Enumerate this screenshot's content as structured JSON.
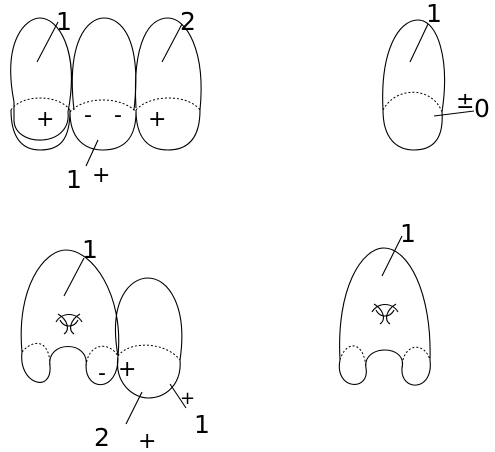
{
  "diagram": {
    "top_left": {
      "label_left": "1",
      "label_right": "2",
      "label_bottom_value": "1",
      "label_bottom_sign": "+",
      "sign_left": "+",
      "sign_mid_left": "-",
      "sign_mid_right": "-",
      "sign_right": "+"
    },
    "top_right": {
      "label_top": "1",
      "label_side_sign": "±",
      "label_side_value": "0"
    },
    "bottom_left": {
      "label_top": "1",
      "sign_left": "-",
      "sign_right": "+",
      "label_bottom_value": "2",
      "label_bottom_sign": "+",
      "label_side_sign": "+",
      "label_side_value": "1"
    },
    "bottom_right": {
      "label_top": "1"
    }
  },
  "colors": {
    "stroke": "#000000",
    "background": "#ffffff"
  }
}
